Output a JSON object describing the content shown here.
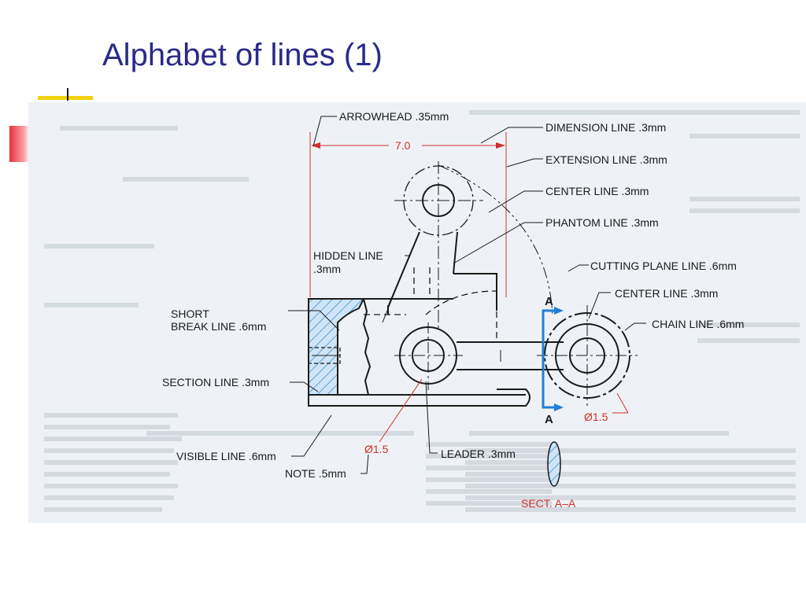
{
  "slide": {
    "title": "Alphabet of lines (1)"
  },
  "colors": {
    "title": "#2a2a8c",
    "bullet_yellow": "#f2d10f",
    "bullet_red": "#e8323c",
    "dimension_red": "#d0312d",
    "cutting_plane_blue": "#1f7fd8"
  },
  "diagram": {
    "labels": {
      "arrowhead": "ARROWHEAD .35mm",
      "dimension_line": "DIMENSION LINE .3mm",
      "extension_line": "EXTENSION LINE .3mm",
      "center_line_top": "CENTER LINE .3mm",
      "phantom_line": "PHANTOM LINE .3mm",
      "hidden_line_1": "HIDDEN LINE",
      "hidden_line_2": ".3mm",
      "cutting_plane_line": "CUTTING PLANE LINE .6mm",
      "center_line_right": "CENTER LINE .3mm",
      "chain_line": "CHAIN LINE .6mm",
      "short_break_1": "SHORT",
      "short_break_2": "BREAK LINE .6mm",
      "section_line": "SECTION LINE .3mm",
      "visible_line": "VISIBLE LINE .6mm",
      "note": "NOTE .5mm",
      "leader": "LEADER .3mm"
    },
    "dimension_value": "7.0",
    "diameter_left": "Ø1.5",
    "diameter_right": "Ø1.5",
    "cut_label_top": "A",
    "cut_label_bottom": "A",
    "section_label": "SECT. A–A"
  }
}
